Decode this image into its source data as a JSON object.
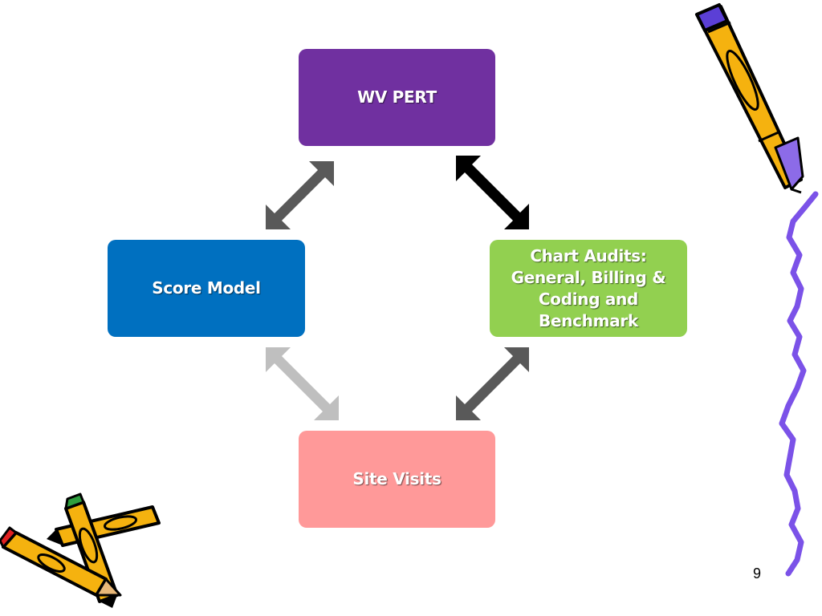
{
  "slide": {
    "page_number": "9"
  },
  "nodes": {
    "top": {
      "label": "WV PERT",
      "color": "#7030A0"
    },
    "left": {
      "label": "Score Model",
      "color": "#0070C0"
    },
    "right": {
      "lines": [
        "Chart Audits:",
        "General, Billing &",
        "Coding and Benchmark"
      ],
      "color": "#92D050"
    },
    "bottom": {
      "label": "Site Visits",
      "color": "#FF9999"
    }
  },
  "connectors": {
    "top_left": {
      "color": "#595959"
    },
    "top_right": {
      "color": "#000000"
    },
    "bottom_left": {
      "color": "#BFBFBF"
    },
    "bottom_right": {
      "color": "#595959"
    }
  },
  "decorations": {
    "top_right_pencil": "pencil-icon",
    "bottom_left_pencils": "crossed-pencils-icon",
    "squiggle_line": "purple-squiggle"
  }
}
